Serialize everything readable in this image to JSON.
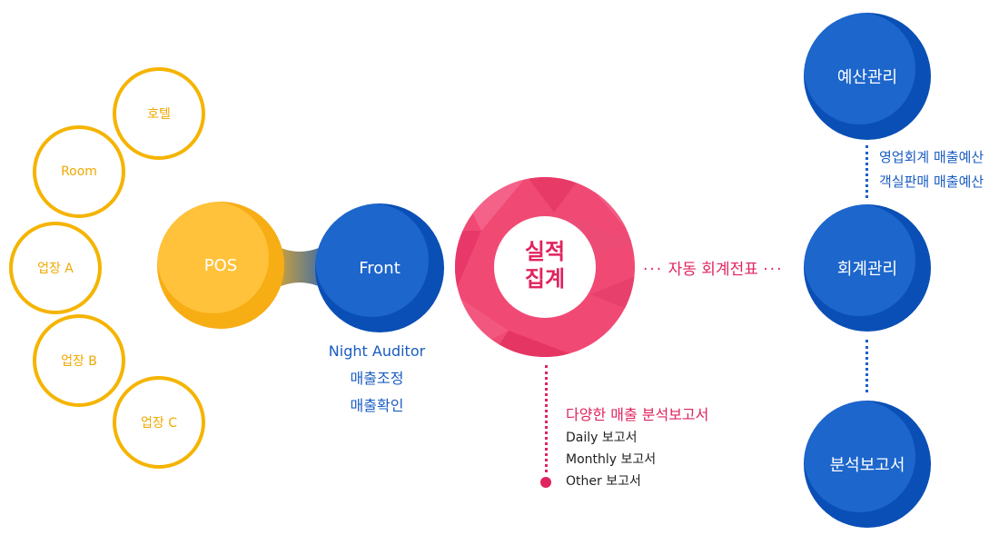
{
  "sources": {
    "hotel": "호텔",
    "room": "Room",
    "venue_a": "업장 A",
    "venue_b": "업장 B",
    "venue_c": "업장 C"
  },
  "pos": {
    "label": "POS"
  },
  "front": {
    "label": "Front",
    "tasks": [
      "Night Auditor",
      "매출조정",
      "매출확인"
    ]
  },
  "aggregate": {
    "line1": "실적",
    "line2": "집계"
  },
  "auto_voucher": {
    "label": "자동 회계전표"
  },
  "reports_list": {
    "title": "다양한 매출 분석보고서",
    "items": [
      "Daily 보고서",
      "Monthly 보고서",
      "Other 보고서"
    ]
  },
  "budget": {
    "label": "예산관리",
    "notes": [
      "영업회계 매출예산",
      "객실판매 매출예산"
    ]
  },
  "accounting": {
    "label": "회계관리"
  },
  "analysis": {
    "label": "분석보고서"
  },
  "colors": {
    "orange": "#f5b400",
    "blue": "#1c66cc",
    "pink": "#e0245e"
  }
}
